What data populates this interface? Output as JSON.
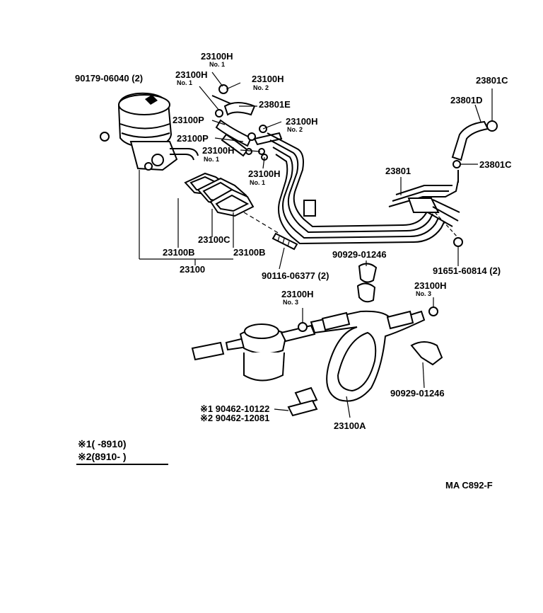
{
  "callouts": {
    "c_23100H_top": "23100H",
    "c_no1_top": "No. 1",
    "c_23100H_l": "23100H",
    "c_no1_l": "No. 1",
    "c_23100H_r": "23100H",
    "c_no2_r": "No. 2",
    "c_23801E": "23801E",
    "c_23100P_a": "23100P",
    "c_23100H_b": "23100H",
    "c_no2_b": "No. 2",
    "c_23100P_b": "23100P",
    "c_23100H_c": "23100H",
    "c_no1_c": "No. 1",
    "c_23100H_d": "23100H",
    "c_no1_d": "No. 1",
    "c_90179": "90179-06040 (2)",
    "c_23801C_top": "23801C",
    "c_23801D": "23801D",
    "c_23801C_mid": "23801C",
    "c_23801": "23801",
    "c_23100C": "23100C",
    "c_23100B_l": "23100B",
    "c_23100B_r": "23100B",
    "c_23100": "23100",
    "c_90116": "90116-06377 (2)",
    "c_90929_top": "90929-01246",
    "c_91651": "91651-60814 (2)",
    "c_23100H_no3_l": "23100H",
    "c_no3_l": "No. 3",
    "c_23100H_no3_r": "23100H",
    "c_no3_r": "No. 3",
    "c_90929_bot": "90929-01246",
    "c_90462_a": "※1 90462-10122",
    "c_90462_b": "※2 90462-12081",
    "c_23100A": "23100A"
  },
  "legend": {
    "line1": "※1(      -8910)",
    "line2": "※2(8910-        )"
  },
  "drawing_code": "MA C892-F"
}
